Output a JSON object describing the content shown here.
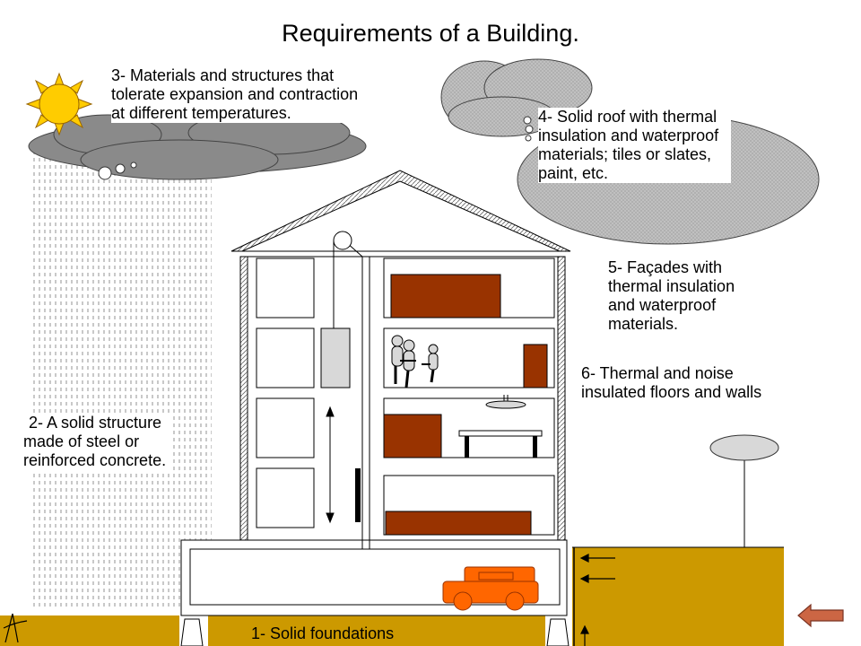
{
  "title": "Requirements of a Building.",
  "labels": {
    "foundations": "1- Solid foundations",
    "structure": [
      "2- A solid structure",
      "made of steel or",
      "reinforced concrete."
    ],
    "materials": [
      "3- Materials and structures that",
      "tolerate expansion and contraction",
      "at different temperatures."
    ],
    "roof": [
      "4- Solid roof with thermal",
      "insulation and waterproof",
      "materials; tiles or slates,",
      "paint, etc."
    ],
    "facades": [
      "5- Façades with",
      "thermal insulation",
      "and waterproof",
      "materials."
    ],
    "floors": [
      "6- Thermal and noise",
      "insulated floors and walls"
    ]
  },
  "colors": {
    "ground": "#CC9900",
    "furniture": "#993300",
    "car": "#FF6600",
    "cloud": "#C0C0C0",
    "sun": "#FFCC00",
    "arrow_button": "#CC6644"
  },
  "icons": {
    "back": "arrow-left-icon",
    "sun": "sun-icon",
    "signature": "signature-mark"
  }
}
